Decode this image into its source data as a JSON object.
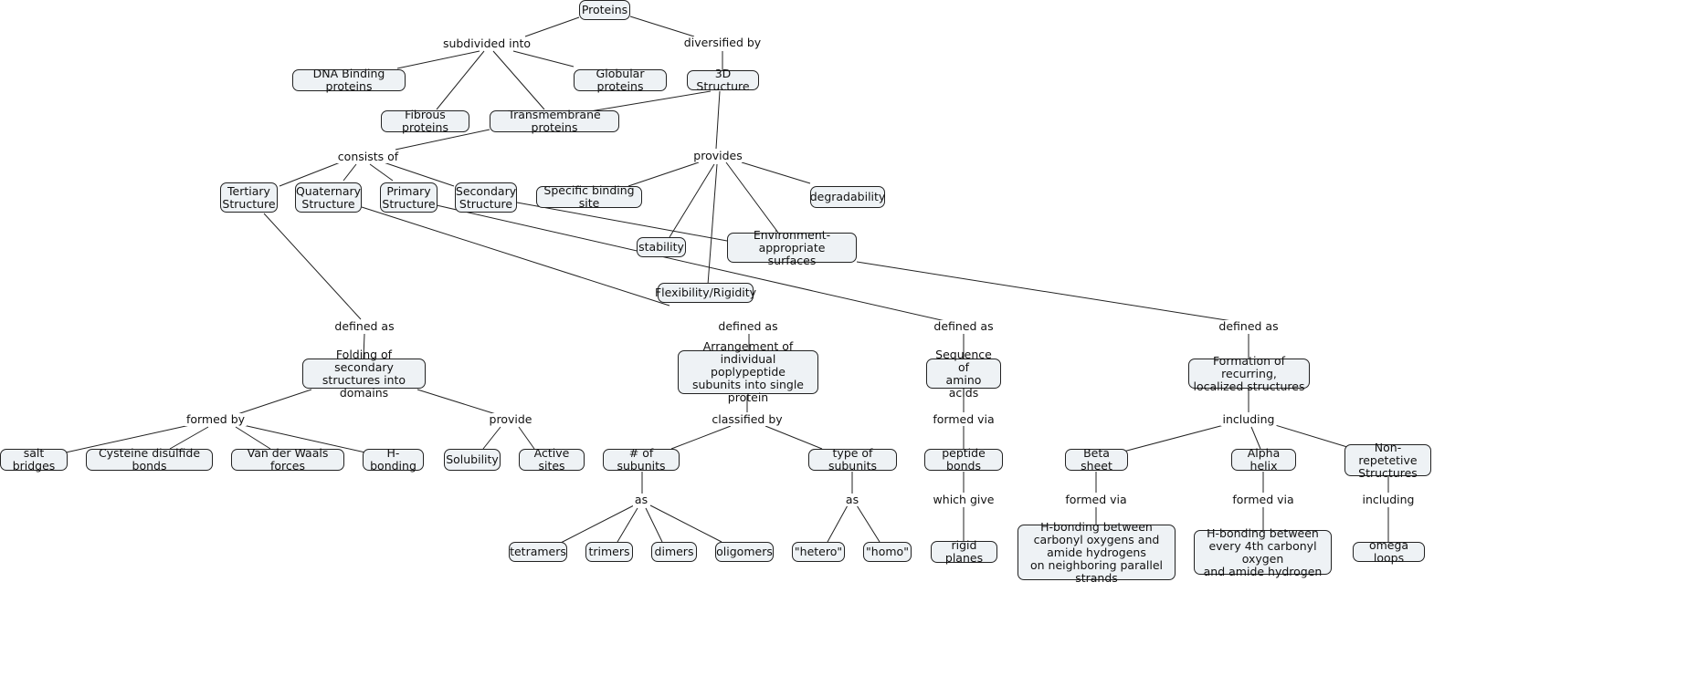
{
  "concepts": {
    "proteins": "Proteins",
    "dna_binding": "DNA Binding proteins",
    "globular": "Globular proteins",
    "structure_3d": "3D Structure",
    "fibrous": "Fibrous proteins",
    "transmembrane": "Transmembrane proteins",
    "tertiary": "Tertiary\nStructure",
    "quaternary": "Quaternary\nStructure",
    "primary": "Primary\nStructure",
    "secondary": "Secondary\nStructure",
    "binding_site": "Specific binding site",
    "degradability": "degradability",
    "stability": "stability",
    "env_surfaces": "Environment-appropriate\nsurfaces",
    "flexibility": "Flexibility/Rigidity",
    "folding": "Folding of secondary\nstructures into domains",
    "arrangement": "Arrangement of\nindividual poplypeptide\nsubunits into single protein",
    "sequence": "Sequence of\namino acids",
    "formation": "Formation of recurring,\nlocalized structures",
    "salt_bridges": "salt bridges",
    "cysteine": "Cysteine disulfide bonds",
    "vdw": "Van der Waals forces",
    "hbonding": "H-bonding",
    "solubility": "Solubility",
    "active_sites": "Active sites",
    "num_subunits": "# of subunits",
    "type_subunits": "type of subunits",
    "peptide_bonds": "peptide bonds",
    "beta_sheet": "Beta sheet",
    "alpha_helix": "Alpha helix",
    "non_repetitive": "Non-repetetive\nStructures",
    "tetramers": "tetramers",
    "trimers": "trimers",
    "dimers": "dimers",
    "oligomers": "oligomers",
    "hetero": "\"hetero\"",
    "homo": "\"homo\"",
    "rigid_planes": "rigid planes",
    "hbond_beta": "H-bonding between\ncarbonyl oxygens and\namide hydrogens\non neighboring parallel strands",
    "hbond_alpha": "H-bonding between\nevery 4th carbonyl oxygen\nand amide hydrogen",
    "omega_loops": "omega loops"
  },
  "phrases": {
    "subdivided_into": "subdivided into",
    "diversified_by": "diversified by",
    "consists_of": "consists of",
    "provides": "provides",
    "defined_as_tertiary": "defined as",
    "defined_as_quaternary": "defined as",
    "defined_as_primary": "defined as",
    "defined_as_secondary": "defined as",
    "formed_by": "formed by",
    "provide": "provide",
    "classified_by": "classified by",
    "formed_via_sequence": "formed via",
    "including_formation": "including",
    "as_num": "as",
    "as_type": "as",
    "which_give": "which give",
    "formed_via_beta": "formed via",
    "formed_via_alpha": "formed via",
    "including_nonrep": "including"
  }
}
